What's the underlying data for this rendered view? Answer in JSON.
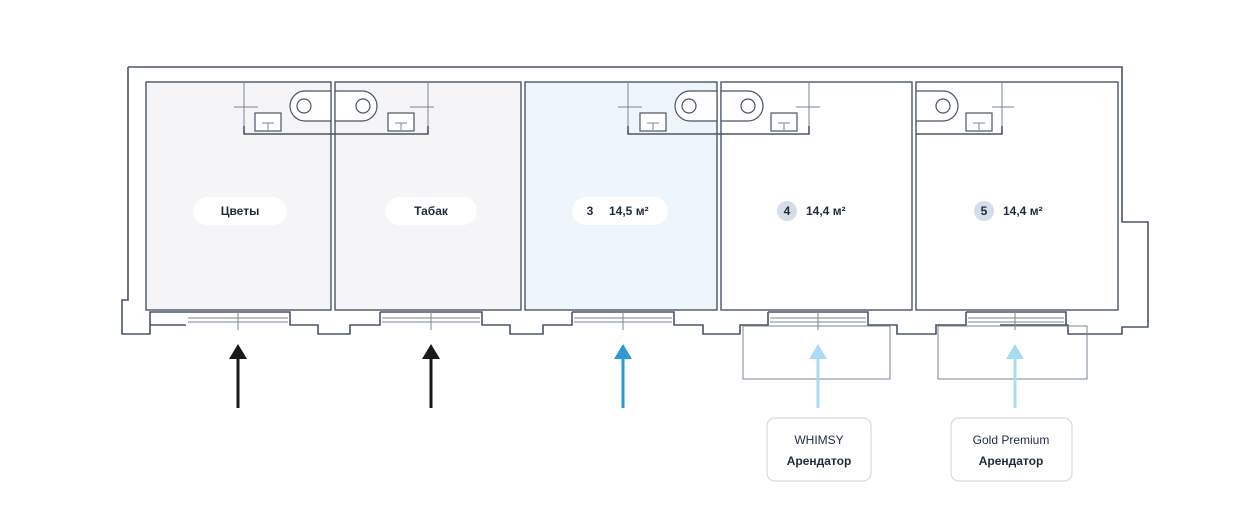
{
  "colors": {
    "selected_fill": "#eef6fb",
    "occupied_fill": "#f5f5f7",
    "arrow_dark": "#1a1a1a",
    "arrow_selected": "#2b9ad6",
    "arrow_light": "#a9dbf2",
    "badge": "#d4dde8"
  },
  "units": [
    {
      "id": "1",
      "label": "Цветы",
      "state": "occupied"
    },
    {
      "id": "2",
      "label": "Табак",
      "state": "occupied"
    },
    {
      "id": "3",
      "number": "3",
      "area": "14,5 м²",
      "state": "selected"
    },
    {
      "id": "4",
      "number": "4",
      "area": "14,4 м²",
      "state": "free"
    },
    {
      "id": "5",
      "number": "5",
      "area": "14,4 м²",
      "state": "free"
    }
  ],
  "tenants": [
    {
      "name": "WHIMSY",
      "role": "Арендатор"
    },
    {
      "name": "Gold Premium",
      "role": "Арендатор"
    }
  ]
}
